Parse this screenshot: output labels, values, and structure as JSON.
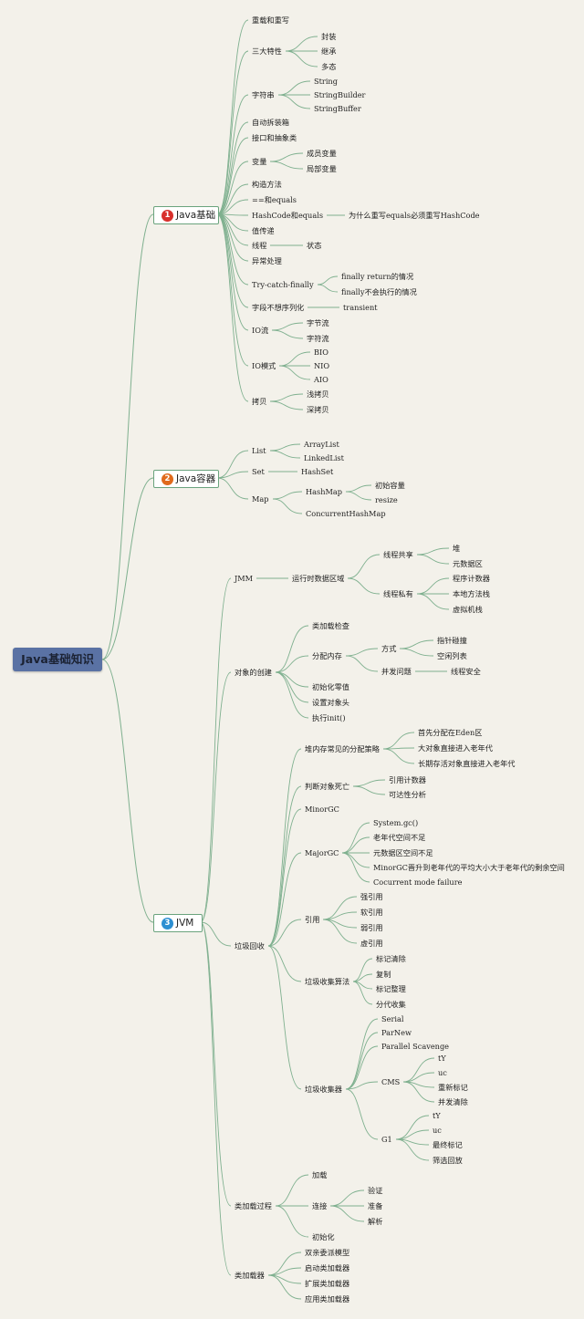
{
  "root": "Java基础知识",
  "branches": [
    {
      "num": "1",
      "label": "Java基础",
      "color": "#d8302c"
    },
    {
      "num": "2",
      "label": "Java容器",
      "color": "#e06a1c"
    },
    {
      "num": "3",
      "label": "JVM",
      "color": "#2d8fd2"
    }
  ],
  "nodes": [
    "重载和重写",
    "三大特性",
    "封装",
    "继承",
    "多态",
    "字符串",
    "String",
    "StringBuilder",
    "StringBuffer",
    "自动拆装箱",
    "接口和抽象类",
    "变量",
    "成员变量",
    "局部变量",
    "构造方法",
    "==和equals",
    "HashCode和equals",
    "为什么重写equals必须重写HashCode",
    "值传递",
    "线程",
    "状态",
    "异常处理",
    "Try-catch-finally",
    "finally return的情况",
    "finally不会执行的情况",
    "字段不想序列化",
    "transient",
    "IO流",
    "字节流",
    "字符流",
    "IO模式",
    "BIO",
    "NIO",
    "AIO",
    "拷贝",
    "浅拷贝",
    "深拷贝",
    "List",
    "ArrayList",
    "LinkedList",
    "Set",
    "HashSet",
    "Map",
    "HashMap",
    "初始容量",
    "resize",
    "ConcurrentHashMap",
    "JMM",
    "运行时数据区域",
    "线程共享",
    "堆",
    "元数据区",
    "线程私有",
    "程序计数器",
    "本地方法栈",
    "虚拟机栈",
    "对象的创建",
    "类加载检查",
    "分配内存",
    "方式",
    "指针碰撞",
    "空闲列表",
    "并发问题",
    "线程安全",
    "初始化零值",
    "设置对象头",
    "执行init()",
    "垃圾回收",
    "堆内存常见的分配策略",
    "首先分配在Eden区",
    "大对象直接进入老年代",
    "长期存活对象直接进入老年代",
    "判断对象死亡",
    "引用计数器",
    "可达性分析",
    "MinorGC",
    "MajorGC",
    "System.gc()",
    "老年代空间不足",
    "元数据区空间不足",
    "MinorGC晋升到老年代的平均大小大于老年代的剩余空间",
    "Cocurrent mode failure",
    "引用",
    "强引用",
    "软引用",
    "弱引用",
    "虚引用",
    "垃圾收集算法",
    "标记清除",
    "复制",
    "标记整理",
    "分代收集",
    "垃圾收集器",
    "Serial",
    "ParNew",
    "Parallel Scavenge",
    "CMS",
    "tY",
    "uc",
    "重新标记",
    "并发清除",
    "G1",
    "tY",
    "uc",
    "最终标记",
    "筛选回放",
    "类加载过程",
    "加载",
    "连接",
    "验证",
    "准备",
    "解析",
    "初始化",
    "类加载器",
    "双亲委派模型",
    "启动类加载器",
    "扩展类加载器",
    "应用类加载器"
  ]
}
